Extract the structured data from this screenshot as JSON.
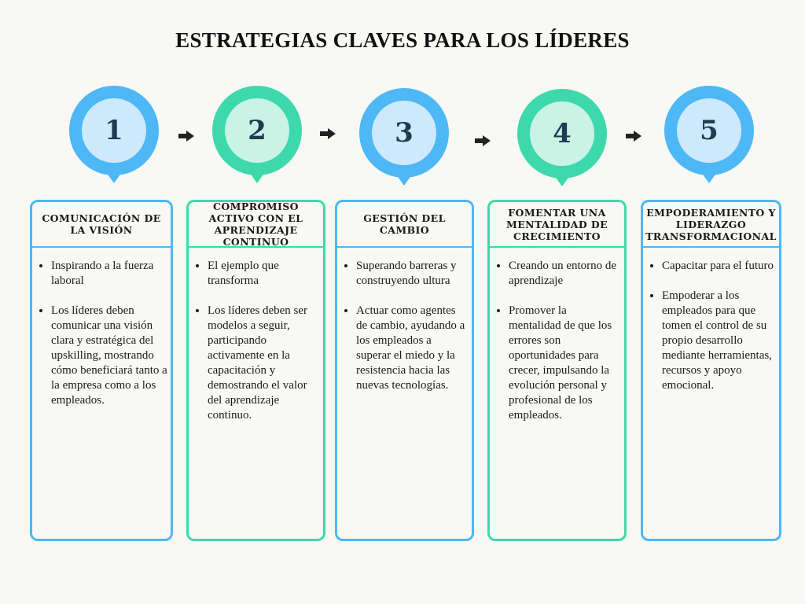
{
  "title": "ESTRATEGIAS CLAVES PARA LOS LÍDERES",
  "colors": {
    "blue": "#4db8f5",
    "green": "#3dd9ad",
    "blue_light": "#cde9fb",
    "green_light": "#c8f3e5"
  },
  "steps": [
    {
      "number": "1",
      "color": "blue",
      "heading": "COMUNICACIÓN DE LA VISIÓN",
      "bullets": [
        "Inspirando a la fuerza laboral",
        " Los líderes deben comunicar una visión clara y estratégica del upskilling, mostrando cómo beneficiará tanto a la empresa como a los empleados."
      ]
    },
    {
      "number": "2",
      "color": "green",
      "heading": "COMPROMISO ACTIVO CON EL APRENDIZAJE CONTINUO",
      "bullets": [
        "El ejemplo que transforma",
        "Los líderes deben ser modelos a seguir, participando activamente en la capacitación y demostrando el valor del aprendizaje continuo."
      ]
    },
    {
      "number": "3",
      "color": "blue",
      "heading": "GESTIÓN DEL CAMBIO",
      "bullets": [
        "Superando barreras y construyendo ultura",
        "Actuar como agentes de cambio, ayudando a los empleados a superar el miedo y la resistencia hacia las nuevas tecnologías."
      ]
    },
    {
      "number": "4",
      "color": "green",
      "heading": "FOMENTAR UNA MENTALIDAD DE CRECIMIENTO",
      "bullets": [
        "Creando un entorno de aprendizaje",
        "Promover la mentalidad de que los errores son oportunidades para crecer, impulsando la evolución personal y profesional de los empleados."
      ]
    },
    {
      "number": "5",
      "color": "blue",
      "heading": "EMPODERAMIENTO Y LIDERAZGO TRANSFORMACIONAL",
      "bullets": [
        "Capacitar para el futuro",
        "Empoderar a los empleados para que tomen el control de su propio desarrollo mediante herramientas, recursos y apoyo emocional."
      ]
    }
  ],
  "icons": {
    "arrow": "arrow-right-icon"
  }
}
